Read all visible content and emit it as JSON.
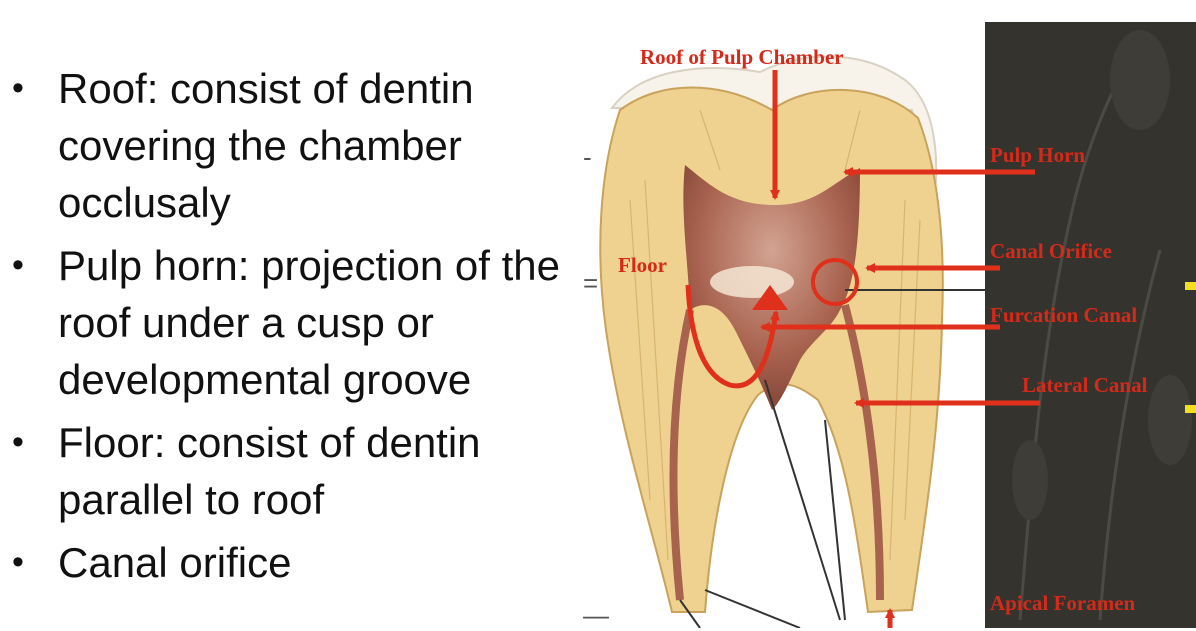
{
  "bullets": [
    {
      "text": "Roof: consist of dentin covering the chamber occlusaly"
    },
    {
      "text": "Pulp horn: projection of the roof under a cusp or developmental groove"
    },
    {
      "text": "Floor: consist of dentin parallel to roof"
    },
    {
      "text": "Canal orifice"
    }
  ],
  "labels": {
    "roof": "Roof of Pulp Chamber",
    "pulp_horn": "Pulp Horn",
    "floor": "Floor",
    "canal_orifice": "Canal Orifice",
    "furcation_canal": "Furcation Canal",
    "lateral_canal": "Lateral Canal",
    "apical_foramen": "Apical Foramen"
  },
  "ticks": [
    "-",
    "=",
    "—"
  ],
  "colors": {
    "dentin": "#efd28f",
    "pulp": "#b57a68",
    "label_red": "#d42a1a",
    "panel": "#35332d",
    "yellow_mark": "#f2e020"
  }
}
